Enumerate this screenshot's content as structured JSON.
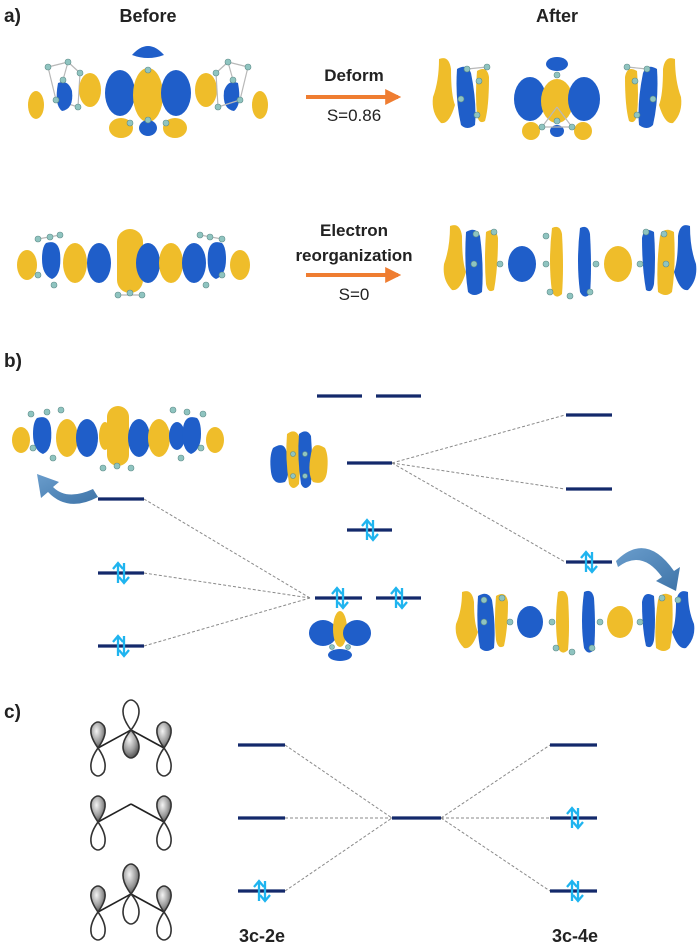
{
  "panels": {
    "a": {
      "label": "a)",
      "before_heading": "Before",
      "after_heading": "After",
      "rows": [
        {
          "arrow_top": "Deform",
          "arrow_top2": "",
          "arrow_bottom": "S=0.86"
        },
        {
          "arrow_top": "Electron",
          "arrow_top2": "reorganization",
          "arrow_bottom": "S=0"
        }
      ]
    },
    "b": {
      "label": "b)",
      "levels": [
        {
          "id": "left-1",
          "occupied": false
        },
        {
          "id": "left-2",
          "occupied": true
        },
        {
          "id": "left-3",
          "occupied": true
        },
        {
          "id": "center-top-a",
          "occupied": false
        },
        {
          "id": "center-top-b",
          "occupied": false
        },
        {
          "id": "center-mid",
          "occupied": false
        },
        {
          "id": "center-occ",
          "occupied": true
        },
        {
          "id": "center-low-a",
          "occupied": true
        },
        {
          "id": "center-low-b",
          "occupied": true
        },
        {
          "id": "right-1",
          "occupied": false
        },
        {
          "id": "right-2",
          "occupied": false
        },
        {
          "id": "right-3",
          "occupied": true
        }
      ]
    },
    "c": {
      "label": "c)",
      "left_caption": "3c-2e",
      "right_caption": "3c-4e",
      "left_levels": [
        {
          "id": "antibonding",
          "occupied": false
        },
        {
          "id": "nonbonding",
          "occupied": false
        },
        {
          "id": "bonding",
          "occupied": true
        }
      ],
      "center_level": {
        "id": "reference",
        "occupied": false
      },
      "right_levels": [
        {
          "id": "antibonding",
          "occupied": false
        },
        {
          "id": "nonbonding",
          "occupied": true
        },
        {
          "id": "bonding",
          "occupied": true
        }
      ]
    }
  },
  "colors": {
    "arrow": "#ef7d31",
    "level": "#13296b",
    "spin": "#1fb4ef",
    "orbital_positive": "#1f5ec9",
    "orbital_negative": "#efbd2a",
    "curved_arrow": "#4f86b8"
  },
  "icons": {
    "spin_pair": "up-down-arrow-pair",
    "curved_arrow": "curved-arrow"
  }
}
